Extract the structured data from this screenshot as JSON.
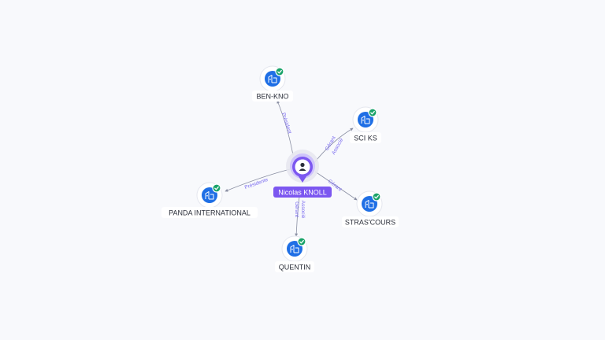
{
  "graph": {
    "person": {
      "name": "Nicolas KNOLL",
      "icon": "person-icon",
      "color": "#7c57f0"
    },
    "companies": [
      {
        "id": "ben-kno",
        "name": "BEN-KNO",
        "verified": true,
        "relations": [
          "Président"
        ]
      },
      {
        "id": "sci-ks",
        "name": "SCI KS",
        "verified": true,
        "relations": [
          "Gérant",
          "Associé"
        ]
      },
      {
        "id": "stras-cours",
        "name": "STRAS'COURS",
        "verified": true,
        "relations": [
          "Gérant"
        ]
      },
      {
        "id": "quentin",
        "name": "QUENTIN",
        "verified": true,
        "relations": [
          "Gérant",
          "Associé"
        ]
      },
      {
        "id": "panda-international",
        "name": "PANDA INTERNATIONAL",
        "verified": true,
        "relations": [
          "Présidente"
        ]
      }
    ],
    "colors": {
      "company": "#1f6fe5",
      "verified": "#1aa36a",
      "relation_label": "#7b6cf0",
      "edge": "#8a8fa3"
    }
  }
}
